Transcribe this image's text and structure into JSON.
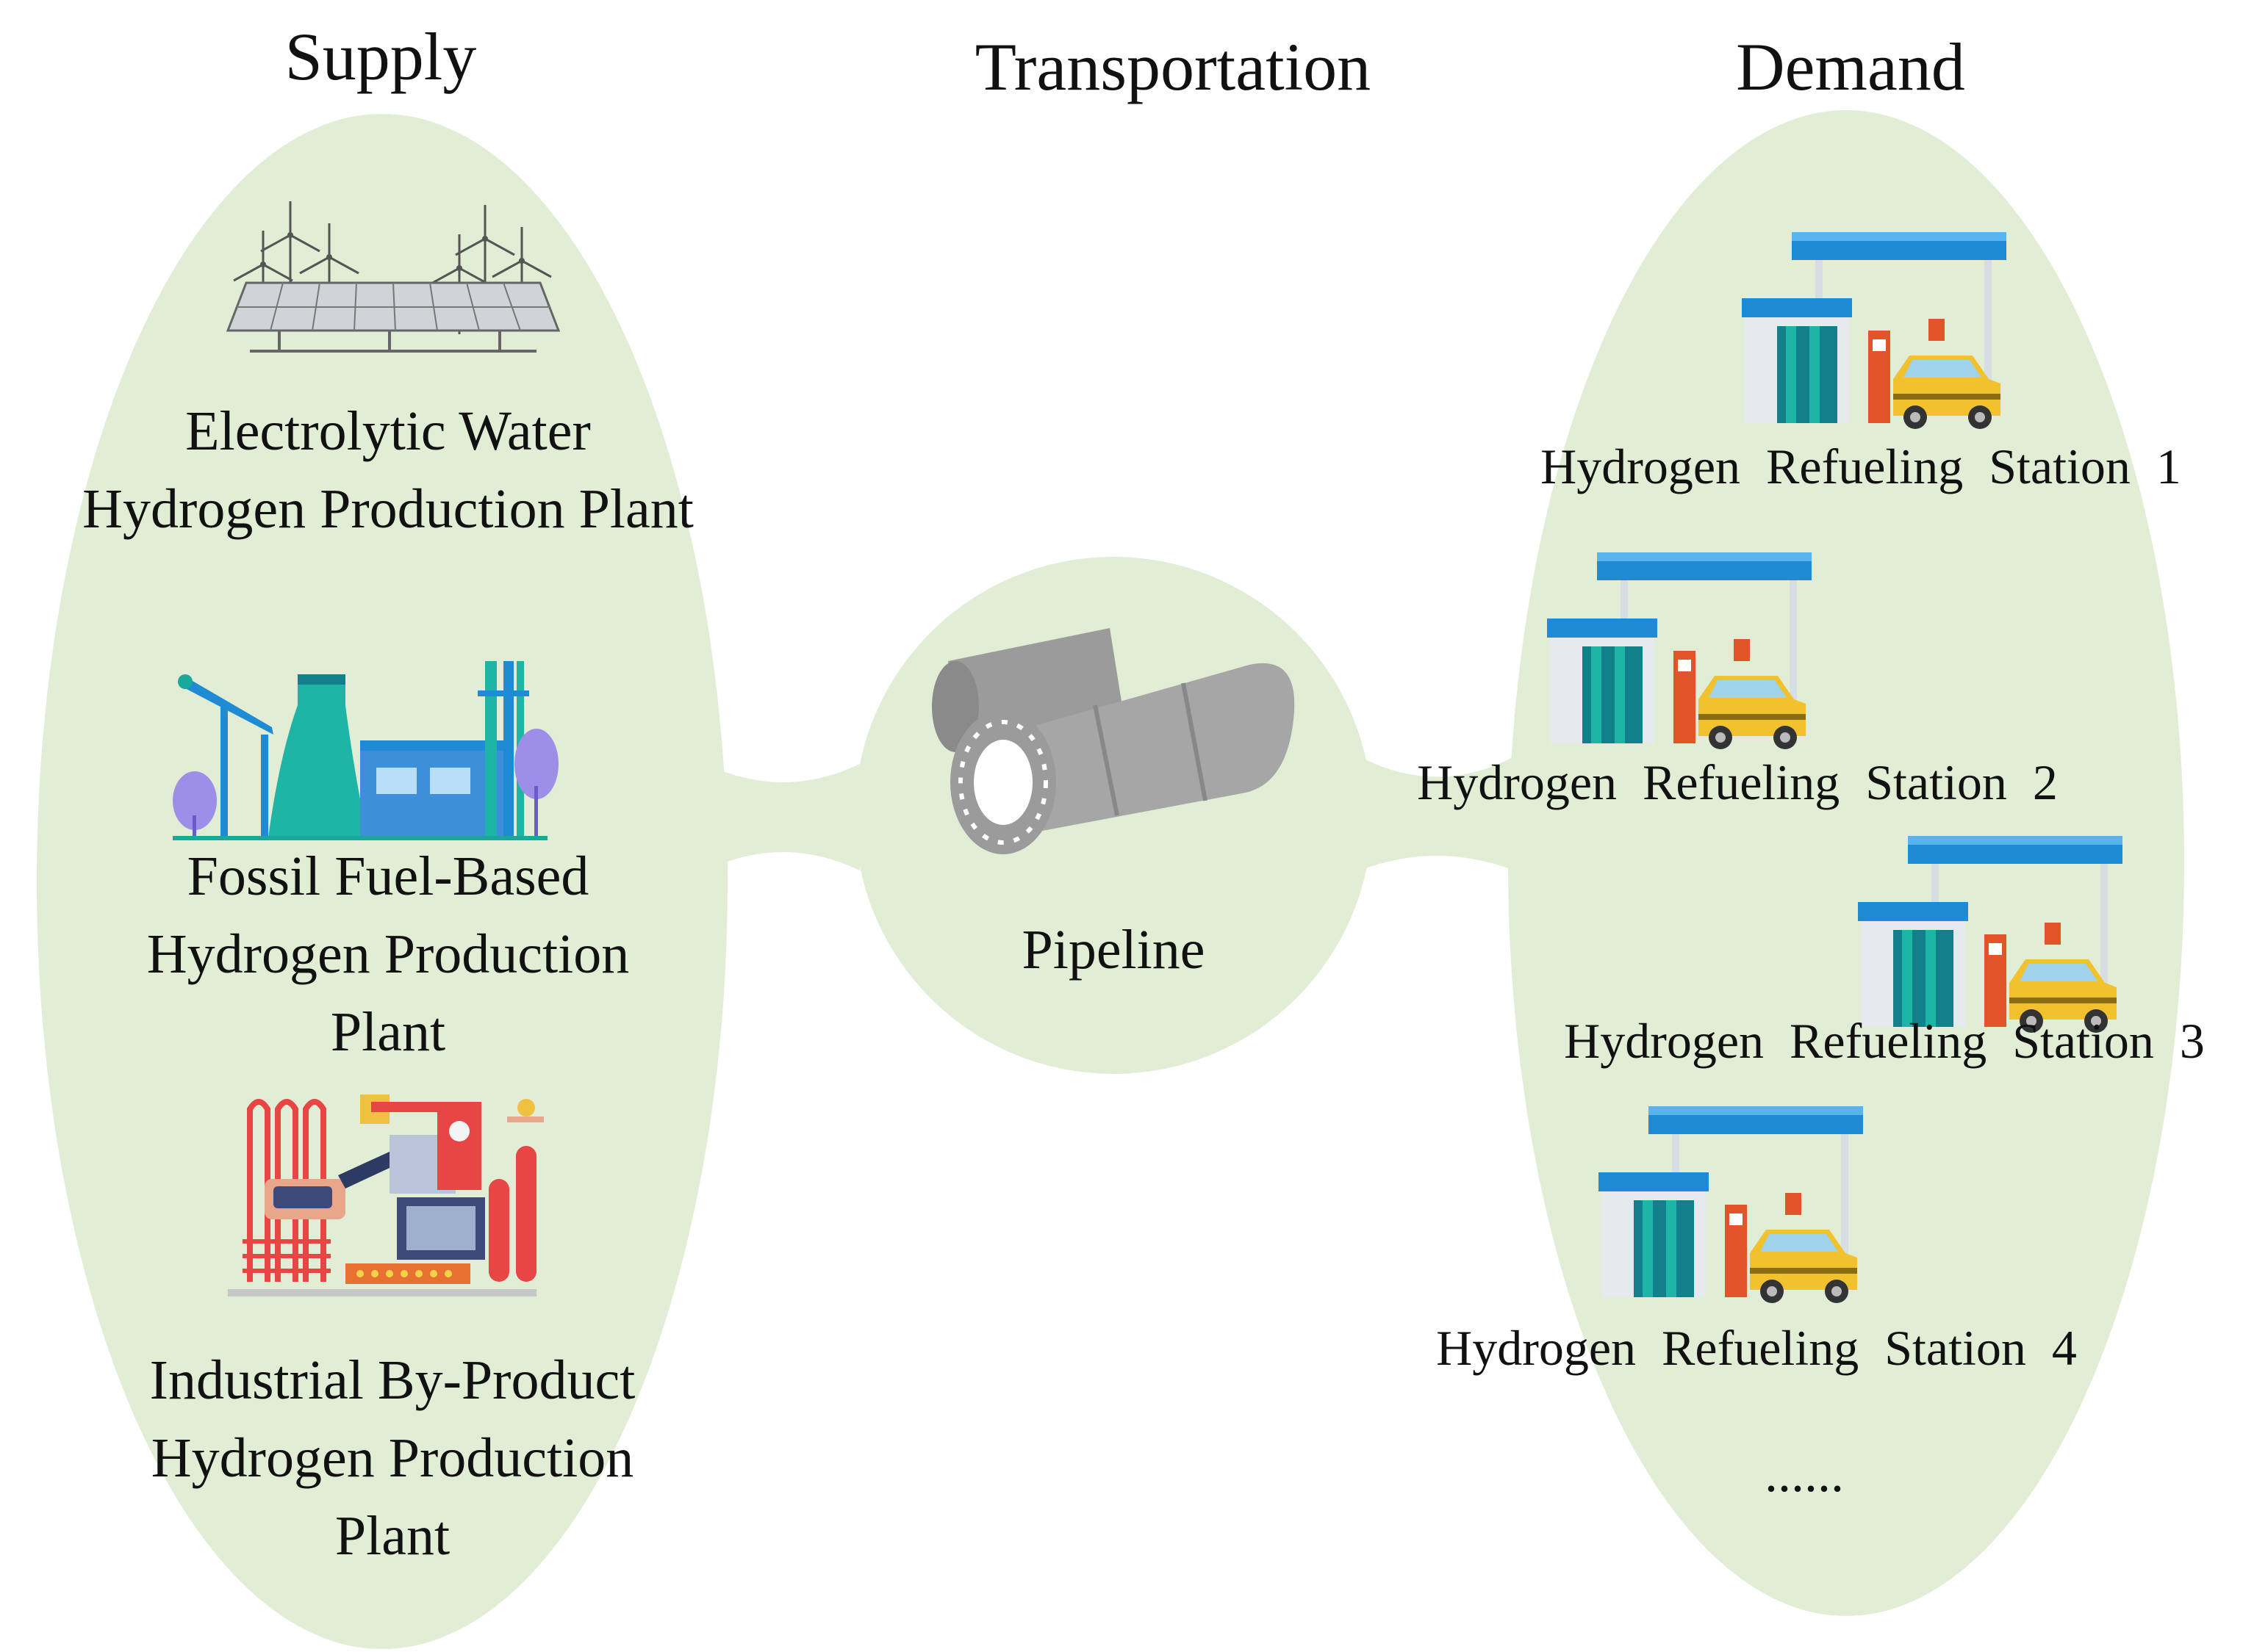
{
  "headers": {
    "supply": "Supply",
    "transportation": "Transportation",
    "demand": "Demand"
  },
  "supply": {
    "plants": [
      {
        "line1": "Electrolytic Water",
        "line2": "Hydrogen Production Plant",
        "line3": ""
      },
      {
        "line1": "Fossil Fuel-Based",
        "line2": "Hydrogen Production",
        "line3": "Plant"
      },
      {
        "line1": "Industrial By-Product",
        "line2": "Hydrogen Production",
        "line3": "Plant"
      }
    ]
  },
  "transportation": {
    "label": "Pipeline"
  },
  "demand": {
    "stations": [
      "Hydrogen Refueling Station 1",
      "Hydrogen Refueling Station 2",
      "Hydrogen Refueling Station 3",
      "Hydrogen Refueling Station 4"
    ],
    "more": "......"
  },
  "colors": {
    "region_fill": "#e2edd6",
    "canopy": "#1e8bd4",
    "teal": "#1aa89a",
    "pipe": "#9b9b9b",
    "taxi": "#f2c22e",
    "pump": "#e2552b"
  },
  "icons": [
    "wind-solar-icon",
    "fossil-plant-icon",
    "industrial-plant-icon",
    "pipeline-icon",
    "refueling-station-icon"
  ]
}
